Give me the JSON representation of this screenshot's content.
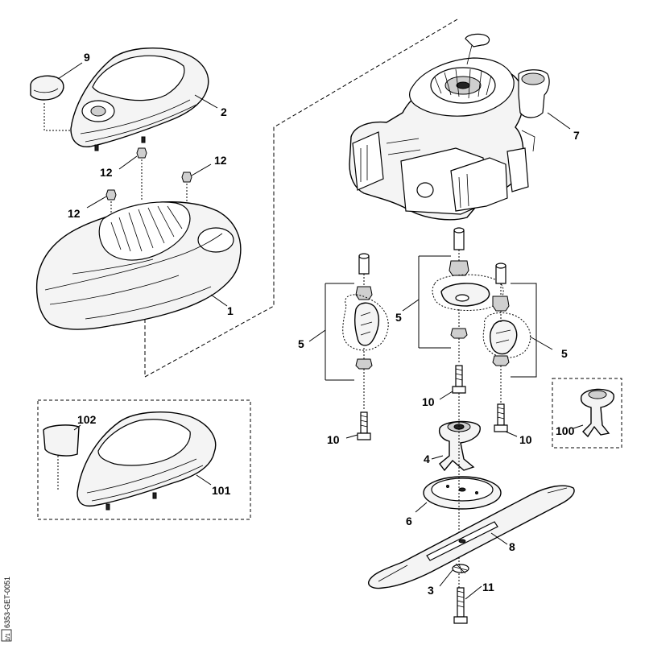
{
  "labels": {
    "p1": "1",
    "p2": "2",
    "p3": "3",
    "p4": "4",
    "p5a": "5",
    "p5b": "5",
    "p5c": "5",
    "p6": "6",
    "p7": "7",
    "p8": "8",
    "p9": "9",
    "p10a": "10",
    "p10b": "10",
    "p10c": "10",
    "p11": "11",
    "p12a": "12",
    "p12b": "12",
    "p12c": "12",
    "p100": "100",
    "p101": "101",
    "p102": "102"
  },
  "drawing_code": "6353-GET-0051",
  "stamp": "1/1"
}
